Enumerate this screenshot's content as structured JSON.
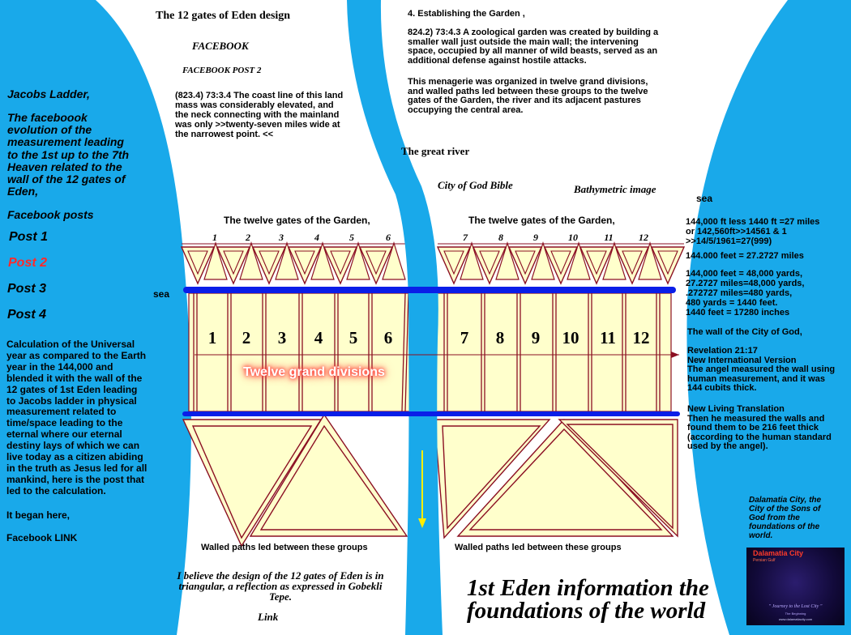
{
  "header": {
    "title": "The 12 gates of Eden design",
    "facebook": "FACEBOOK",
    "facebook_post": "FACEBOOK POST 2",
    "quote_823": "(823.4) 73:3.4 The coast line of this land\nmass was considerably elevated, and\nthe neck connecting with the mainland\nwas only >>twenty-seven miles wide at\nthe narrowest point. <<"
  },
  "garden": {
    "heading": "4. Establishing the Garden ,",
    "para1": "824.2) 73:4.3 A zoological garden was created by building a\nsmaller wall just outside the main wall; the intervening\nspace, occupied by all manner of wild beasts, served as an\nadditional defense against hostile attacks.",
    "para2": "This menagerie was organized in twelve grand divisions,\nand walled paths led between these groups to the twelve\ngates of the Garden, the river and its adjacent pastures\noccupying the central area."
  },
  "labels": {
    "great_river": "The great river",
    "city_of_god_bible": "City of God Bible",
    "bathymetric": "Bathymetric image",
    "sea_right": "sea",
    "sea_left": "sea",
    "gates_left": "The twelve gates of the Garden,",
    "gates_right": "The twelve gates of the Garden,",
    "twelve_divisions": "Twelve grand divisions",
    "walled_left": "Walled paths led between these groups",
    "walled_right": "Walled paths led between these groups"
  },
  "gate_numbers": [
    "1",
    "2",
    "3",
    "4",
    "5",
    "6",
    "7",
    "8",
    "9",
    "10",
    "11",
    "12"
  ],
  "division_numbers": [
    "1",
    "2",
    "3",
    "4",
    "5",
    "6",
    "7",
    "8",
    "9",
    "10",
    "11",
    "12"
  ],
  "left_panel": {
    "jacobs": "Jacobs Ladder,",
    "evolution": "The faceboook\nevolution of the\nmeasurement leading\nto the 1st up to the 7th\nHeaven related to the\nwall of the 12 gates of\nEden,",
    "posts_heading": "Facebook posts",
    "post1": "Post 1",
    "post2": "Post 2",
    "post3": "Post 3",
    "post4": "Post 4",
    "calculation": "Calculation of the Universal\nyear as compared to the Earth\nyear in the 144,000 and\nblended it with the wall of the\n12 gates of 1st Eden leading\nto Jacobs ladder in physical\nmeasurement related to\ntime/space leading to the\neternal where our eternal\ndestiny lays of which we can\nlive today as a citizen abiding\nin the truth as Jesus led for all\nmankind, here is the post that\nled to the calculation.",
    "began": "It began here,",
    "fb_link": "Facebook LINK"
  },
  "right_panel": {
    "calc1": "144,000 ft less 1440 ft =27 miles\nor 142,560ft>>14561 & 1\n>>14/5/1961=27(999)",
    "calc2": "144.000 feet = 27.2727 miles",
    "calc3": "144,000 feet = 48,000 yards,\n27.2727 miles=48,000 yards,\n.272727 miles=480 yards,\n480 yards = 1440 feet.\n1440 feet = 17280 inches",
    "wall_city": "The wall of the City of God,",
    "revelation": "Revelation 21:17\nNew International Version\nThe angel measured the wall using\nhuman measurement, and it was\n144 cubits thick.",
    "nlt": "New Living Translation\nThen he measured the walls and\nfound them to be 216 feet thick\n(according to the human standard\nused by the angel).",
    "dalamatia": "Dalamatia City, the\nCity of the Sons of\nGod from the\nfoundations of the\nworld."
  },
  "thumbnail": {
    "title": "Dalamatia City",
    "subtitle": "Persian Gulf",
    "quote": "\" Journey to the Lost City \"",
    "tagline": "The Beginning",
    "url": "www.dalamatiacity.com"
  },
  "bottom": {
    "belief": "I believe the design of the 12 gates of Eden is in\ntriangular, a reflection as expressed in Gobekli\nTepe.",
    "link": "Link",
    "big_title": "1st Eden information the\nfoundations of the world"
  },
  "colors": {
    "sea": "#19a9ea",
    "wall_blue": "#0a1ee8",
    "cream": "#ffffcc",
    "dark_red": "#8b0f22",
    "post_red": "#ff2a2a"
  }
}
